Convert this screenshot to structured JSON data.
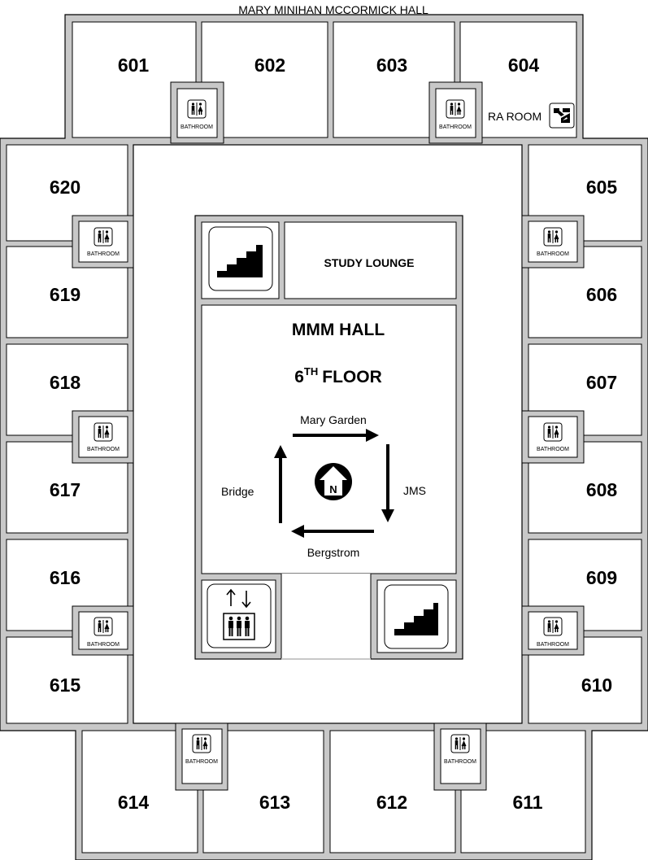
{
  "building_title": "MARY MINIHAN MCCORMICK HALL",
  "center": {
    "hall_name": "MMM HALL",
    "floor_number": "6",
    "floor_suffix": "TH",
    "floor_word": "FLOOR"
  },
  "study_lounge_label": "STUDY LOUNGE",
  "ra_room_label": "RA ROOM",
  "bathroom_label": "BATHROOM",
  "compass": {
    "top": "Mary Garden",
    "right": "JMS",
    "bottom": "Bergstrom",
    "left": "Bridge",
    "north": "N"
  },
  "rooms": {
    "r601": "601",
    "r602": "602",
    "r603": "603",
    "r604": "604",
    "r605": "605",
    "r606": "606",
    "r607": "607",
    "r608": "608",
    "r609": "609",
    "r610": "610",
    "r611": "611",
    "r612": "612",
    "r613": "613",
    "r614": "614",
    "r615": "615",
    "r616": "616",
    "r617": "617",
    "r618": "618",
    "r619": "619",
    "r620": "620"
  },
  "colors": {
    "wall": "#c8c8c8",
    "line": "#000000",
    "room": "#ffffff"
  }
}
